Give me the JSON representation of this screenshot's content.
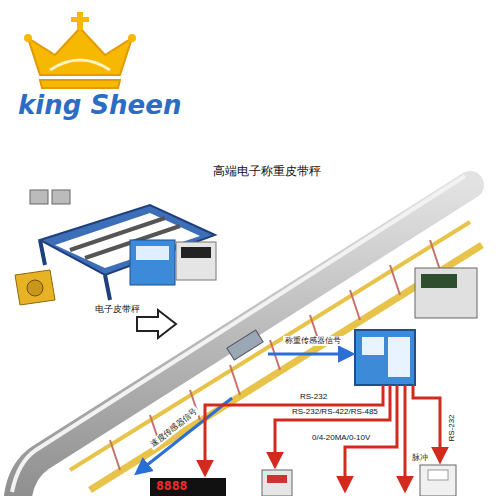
{
  "diagram": {
    "title": "高端电子称重皮带秤",
    "labels": [
      "king Sheen",
      "电子皮带秤",
      "称重传感器信号",
      "速度传感器信号",
      "RS-232",
      "RS-232/RS-422/RS-485",
      "0/4-20MA/0-10V",
      "脉冲",
      "RS-232",
      "8888"
    ]
  }
}
